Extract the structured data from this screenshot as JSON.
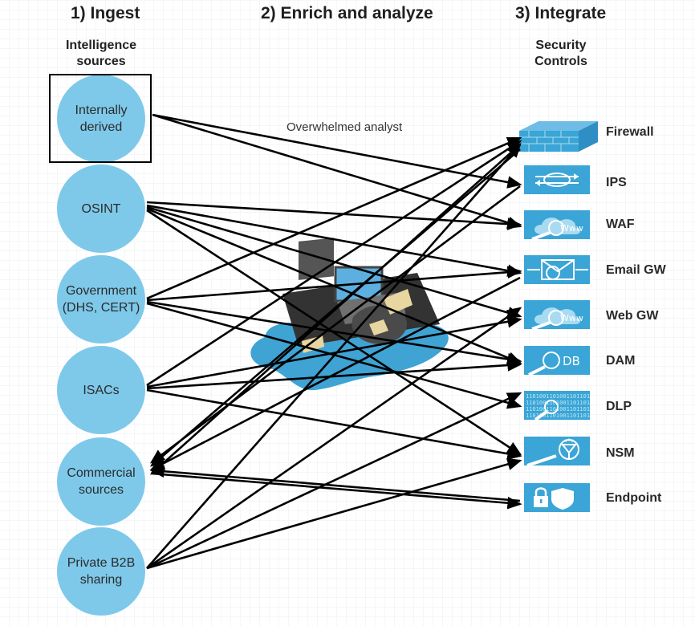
{
  "columns": {
    "ingest": "1) Ingest",
    "enrich": "2) Enrich and analyze",
    "integrate": "3) Integrate"
  },
  "subheads": {
    "sources_line1": "Intelligence",
    "sources_line2": "sources",
    "controls_line1": "Security",
    "controls_line2": "Controls"
  },
  "sources": [
    {
      "line1": "Internally",
      "line2": "derived"
    },
    {
      "line1": "OSINT",
      "line2": ""
    },
    {
      "line1": "Government",
      "line2": "(DHS, CERT)"
    },
    {
      "line1": "ISACs",
      "line2": ""
    },
    {
      "line1": "Commercial",
      "line2": "sources"
    },
    {
      "line1": "Private B2B",
      "line2": "sharing"
    }
  ],
  "controls": [
    {
      "label": "Firewall",
      "icon": "firewall-icon"
    },
    {
      "label": "IPS",
      "icon": "ips-icon"
    },
    {
      "label": "WAF",
      "icon": "waf-icon"
    },
    {
      "label": "Email GW",
      "icon": "email-gateway-icon"
    },
    {
      "label": "Web GW",
      "icon": "web-gateway-icon"
    },
    {
      "label": "DAM",
      "icon": "dam-icon"
    },
    {
      "label": "DLP",
      "icon": "dlp-icon"
    },
    {
      "label": "NSM",
      "icon": "nsm-icon"
    },
    {
      "label": "Endpoint",
      "icon": "endpoint-icon"
    }
  ],
  "analyst_caption": "Overwhelmed analyst",
  "icon_text": {
    "www": "Www",
    "db": "DB",
    "binary": "110100110100110110101100101101001101"
  },
  "colors": {
    "source_fill": "#7ec9ea",
    "control_fill": "#3aa5d6",
    "arrow": "#000000"
  }
}
